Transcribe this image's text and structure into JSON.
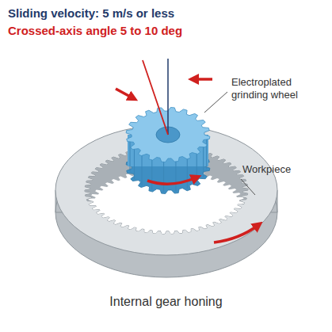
{
  "diagram": {
    "caption": "Internal gear honing",
    "labels": [
      "Sliding velocity: 5 m/s or less",
      "Crossed-axis angle 5 to 10 deg",
      "Electroplated grinding wheel",
      "Workpiece"
    ]
  }
}
